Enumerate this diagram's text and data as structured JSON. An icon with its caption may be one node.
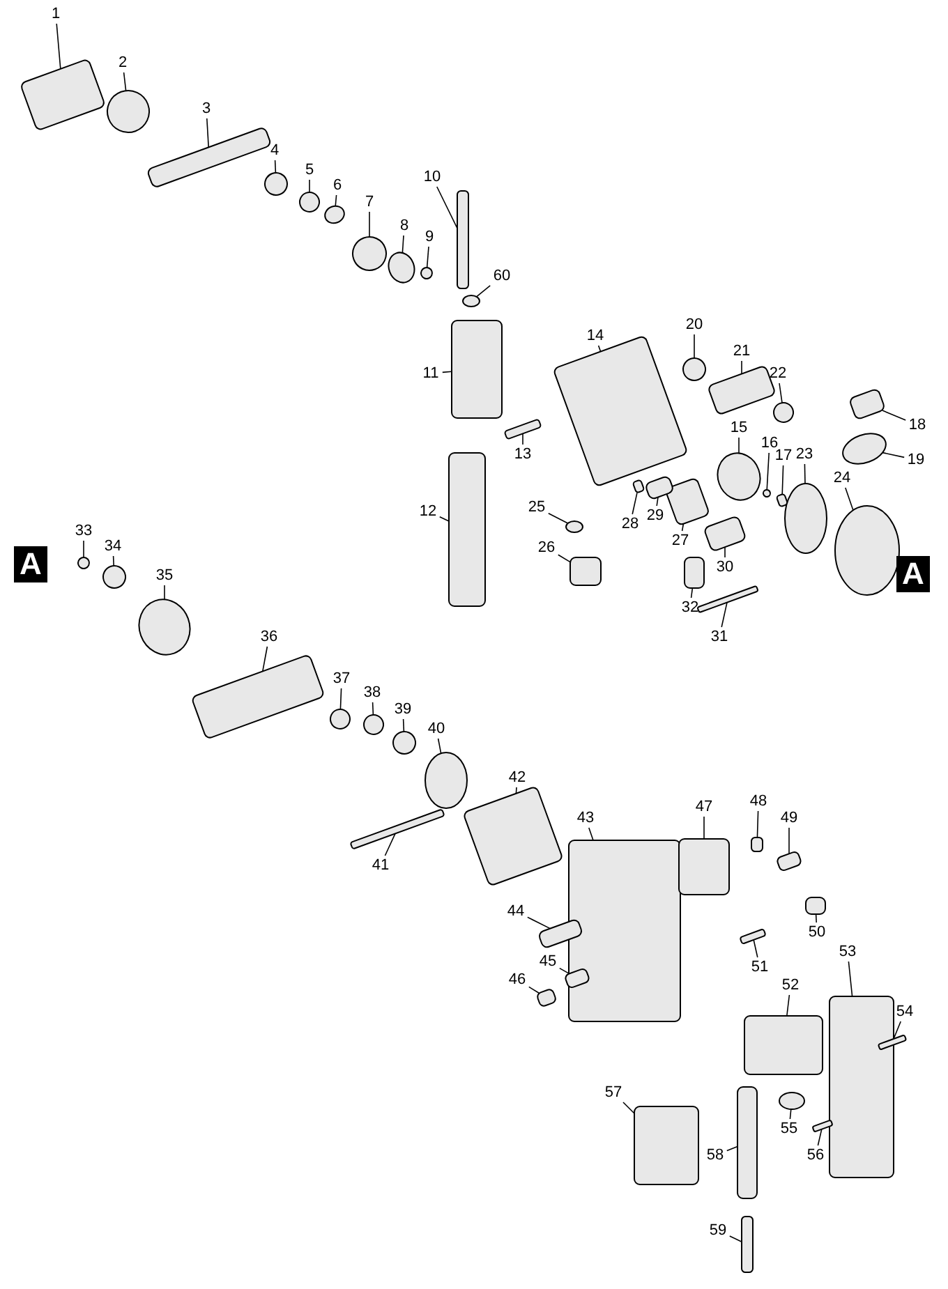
{
  "diagram": {
    "nodes": [
      {
        "text": [
          "1"
        ]
      },
      {
        "text": [
          "2"
        ]
      },
      {
        "text": [
          "3"
        ]
      },
      {
        "text": [
          "4"
        ]
      },
      {
        "text": [
          "5"
        ]
      },
      {
        "text": [
          "6"
        ]
      },
      {
        "text": [
          "7"
        ]
      },
      {
        "text": [
          "8"
        ]
      },
      {
        "text": [
          "9"
        ]
      },
      {
        "text": [
          "10"
        ]
      },
      {
        "text": [
          "11"
        ]
      },
      {
        "text": [
          "12"
        ]
      },
      {
        "text": [
          "13"
        ]
      },
      {
        "text": [
          "14"
        ]
      },
      {
        "text": [
          "15"
        ]
      },
      {
        "text": [
          "16"
        ]
      },
      {
        "text": [
          "17"
        ]
      },
      {
        "text": [
          "18"
        ]
      },
      {
        "text": [
          "19"
        ]
      },
      {
        "text": [
          "20"
        ]
      },
      {
        "text": [
          "21"
        ]
      },
      {
        "text": [
          "22"
        ]
      },
      {
        "text": [
          "23"
        ]
      },
      {
        "text": [
          "24"
        ]
      },
      {
        "text": [
          "25"
        ]
      },
      {
        "text": [
          "26"
        ]
      },
      {
        "text": [
          "27"
        ]
      },
      {
        "text": [
          "28"
        ]
      },
      {
        "text": [
          "29"
        ]
      },
      {
        "text": [
          "30"
        ]
      },
      {
        "text": [
          "31"
        ]
      },
      {
        "text": [
          "32"
        ]
      },
      {
        "text": [
          "33"
        ]
      },
      {
        "text": [
          "34"
        ]
      },
      {
        "text": [
          "35"
        ]
      },
      {
        "text": [
          "36"
        ]
      },
      {
        "text": [
          "37"
        ]
      },
      {
        "text": [
          "38"
        ]
      },
      {
        "text": [
          "39"
        ]
      },
      {
        "text": [
          "40"
        ]
      },
      {
        "text": [
          "41"
        ]
      },
      {
        "text": [
          "42"
        ]
      },
      {
        "text": [
          "43"
        ]
      },
      {
        "text": [
          "44"
        ]
      },
      {
        "text": [
          "45"
        ]
      },
      {
        "text": [
          "46"
        ]
      },
      {
        "text": [
          "47"
        ]
      },
      {
        "text": [
          "48"
        ]
      },
      {
        "text": [
          "49"
        ]
      },
      {
        "text": [
          "50"
        ]
      },
      {
        "text": [
          "51"
        ]
      },
      {
        "text": [
          "52"
        ]
      },
      {
        "text": [
          "53"
        ]
      },
      {
        "text": [
          "54"
        ]
      },
      {
        "text": [
          "55"
        ]
      },
      {
        "text": [
          "56"
        ]
      },
      {
        "text": [
          "57"
        ]
      },
      {
        "text": [
          "58"
        ]
      },
      {
        "text": [
          "59"
        ]
      },
      {
        "text": [
          "60"
        ]
      },
      {
        "text": [],
        "shape": "box"
      },
      {
        "text": [],
        "shape": "circle"
      },
      {
        "text": [],
        "shape": "box"
      },
      {
        "text": [],
        "shape": "circle"
      },
      {
        "text": [],
        "shape": "circle"
      },
      {
        "text": [],
        "shape": "circle"
      },
      {
        "text": [],
        "shape": "circle"
      },
      {
        "text": [],
        "shape": "circle"
      },
      {
        "text": [],
        "shape": "circle"
      },
      {
        "text": [],
        "shape": "box"
      },
      {
        "text": [],
        "shape": "box"
      },
      {
        "text": [],
        "shape": "box"
      },
      {
        "text": [],
        "shape": "box"
      },
      {
        "text": [],
        "shape": "box"
      },
      {
        "text": [],
        "shape": "circle"
      },
      {
        "text": [],
        "shape": "circle"
      },
      {
        "text": [],
        "shape": "box"
      },
      {
        "text": [],
        "shape": "box"
      },
      {
        "text": [],
        "shape": "circle"
      },
      {
        "text": [],
        "shape": "circle"
      },
      {
        "text": [],
        "shape": "box"
      },
      {
        "text": [],
        "shape": "circle"
      },
      {
        "text": [],
        "shape": "circle"
      },
      {
        "text": [],
        "shape": "circle"
      },
      {
        "text": [],
        "shape": "circle"
      },
      {
        "text": [],
        "shape": "box"
      },
      {
        "text": [],
        "shape": "box"
      },
      {
        "text": [],
        "shape": "box"
      },
      {
        "text": [],
        "shape": "box"
      },
      {
        "text": [],
        "shape": "box"
      },
      {
        "text": [],
        "shape": "box"
      },
      {
        "text": [],
        "shape": "box"
      },
      {
        "text": [],
        "shape": "circle"
      },
      {
        "text": [],
        "shape": "circle"
      },
      {
        "text": [],
        "shape": "circle"
      },
      {
        "text": [],
        "shape": "box"
      },
      {
        "text": [],
        "shape": "circle"
      },
      {
        "text": [],
        "shape": "circle"
      },
      {
        "text": [],
        "shape": "circle"
      },
      {
        "text": [],
        "shape": "circle"
      },
      {
        "text": [],
        "shape": "box"
      },
      {
        "text": [],
        "shape": "box"
      },
      {
        "text": [],
        "shape": "box"
      },
      {
        "text": [],
        "shape": "box"
      },
      {
        "text": [],
        "shape": "box"
      },
      {
        "text": [],
        "shape": "box"
      },
      {
        "text": [],
        "shape": "box"
      },
      {
        "text": [],
        "shape": "box"
      },
      {
        "text": [],
        "shape": "box"
      },
      {
        "text": [],
        "shape": "box"
      },
      {
        "text": [],
        "shape": "box"
      },
      {
        "text": [],
        "shape": "box"
      },
      {
        "text": [],
        "shape": "box"
      },
      {
        "text": [],
        "shape": "box"
      },
      {
        "text": [],
        "shape": "circle"
      },
      {
        "text": [],
        "shape": "box"
      },
      {
        "text": [],
        "shape": "box"
      },
      {
        "text": [],
        "shape": "box"
      },
      {
        "text": [],
        "shape": "box"
      },
      {
        "text": [],
        "shape": "circle"
      }
    ],
    "edges": [
      {
        "from": 0,
        "to": 60,
        "arrow": "none"
      },
      {
        "from": 1,
        "to": 61,
        "arrow": "none"
      },
      {
        "from": 2,
        "to": 62,
        "arrow": "none"
      },
      {
        "from": 3,
        "to": 63,
        "arrow": "none"
      },
      {
        "from": 4,
        "to": 64,
        "arrow": "none"
      },
      {
        "from": 5,
        "to": 65,
        "arrow": "none"
      },
      {
        "from": 6,
        "to": 66,
        "arrow": "none"
      },
      {
        "from": 7,
        "to": 67,
        "arrow": "none"
      },
      {
        "from": 8,
        "to": 68,
        "arrow": "none"
      },
      {
        "from": 9,
        "to": 69,
        "arrow": "none"
      },
      {
        "from": 10,
        "to": 70,
        "arrow": "none"
      },
      {
        "from": 11,
        "to": 71,
        "arrow": "none"
      },
      {
        "from": 12,
        "to": 72,
        "arrow": "none"
      },
      {
        "from": 13,
        "to": 73,
        "arrow": "none"
      },
      {
        "from": 14,
        "to": 74,
        "arrow": "none"
      },
      {
        "from": 15,
        "to": 75,
        "arrow": "none"
      },
      {
        "from": 16,
        "to": 76,
        "arrow": "none"
      },
      {
        "from": 17,
        "to": 77,
        "arrow": "none"
      },
      {
        "from": 18,
        "to": 78,
        "arrow": "none"
      },
      {
        "from": 19,
        "to": 79,
        "arrow": "none"
      },
      {
        "from": 20,
        "to": 80,
        "arrow": "none"
      },
      {
        "from": 21,
        "to": 81,
        "arrow": "none"
      },
      {
        "from": 22,
        "to": 82,
        "arrow": "none"
      },
      {
        "from": 23,
        "to": 83,
        "arrow": "none"
      },
      {
        "from": 24,
        "to": 84,
        "arrow": "none"
      },
      {
        "from": 25,
        "to": 85,
        "arrow": "none"
      },
      {
        "from": 26,
        "to": 86,
        "arrow": "none"
      },
      {
        "from": 27,
        "to": 87,
        "arrow": "none"
      },
      {
        "from": 28,
        "to": 88,
        "arrow": "none"
      },
      {
        "from": 29,
        "to": 89,
        "arrow": "none"
      },
      {
        "from": 30,
        "to": 90,
        "arrow": "none"
      },
      {
        "from": 31,
        "to": 91,
        "arrow": "none"
      },
      {
        "from": 32,
        "to": 92,
        "arrow": "none"
      },
      {
        "from": 33,
        "to": 93,
        "arrow": "none"
      },
      {
        "from": 34,
        "to": 94,
        "arrow": "none"
      },
      {
        "from": 35,
        "to": 95,
        "arrow": "none"
      },
      {
        "from": 36,
        "to": 96,
        "arrow": "none"
      },
      {
        "from": 37,
        "to": 97,
        "arrow": "none"
      },
      {
        "from": 38,
        "to": 98,
        "arrow": "none"
      },
      {
        "from": 39,
        "to": 99,
        "arrow": "none"
      },
      {
        "from": 40,
        "to": 100,
        "arrow": "none"
      },
      {
        "from": 41,
        "to": 101,
        "arrow": "none"
      },
      {
        "from": 42,
        "to": 102,
        "arrow": "none"
      },
      {
        "from": 43,
        "to": 103,
        "arrow": "none"
      },
      {
        "from": 44,
        "to": 104,
        "arrow": "none"
      },
      {
        "from": 45,
        "to": 105,
        "arrow": "none"
      },
      {
        "from": 46,
        "to": 106,
        "arrow": "none"
      },
      {
        "from": 47,
        "to": 107,
        "arrow": "none"
      },
      {
        "from": 48,
        "to": 108,
        "arrow": "none"
      },
      {
        "from": 49,
        "to": 109,
        "arrow": "none"
      },
      {
        "from": 50,
        "to": 110,
        "arrow": "none"
      },
      {
        "from": 51,
        "to": 111,
        "arrow": "none"
      },
      {
        "from": 52,
        "to": 112,
        "arrow": "none"
      },
      {
        "from": 53,
        "to": 113,
        "arrow": "none"
      },
      {
        "from": 54,
        "to": 114,
        "arrow": "none"
      },
      {
        "from": 55,
        "to": 115,
        "arrow": "none"
      },
      {
        "from": 56,
        "to": 116,
        "arrow": "none"
      },
      {
        "from": 57,
        "to": 117,
        "arrow": "none"
      },
      {
        "from": 58,
        "to": 118,
        "arrow": "none"
      },
      {
        "from": 59,
        "to": 119,
        "arrow": "none"
      }
    ],
    "labels": [
      "A",
      "A"
    ]
  }
}
